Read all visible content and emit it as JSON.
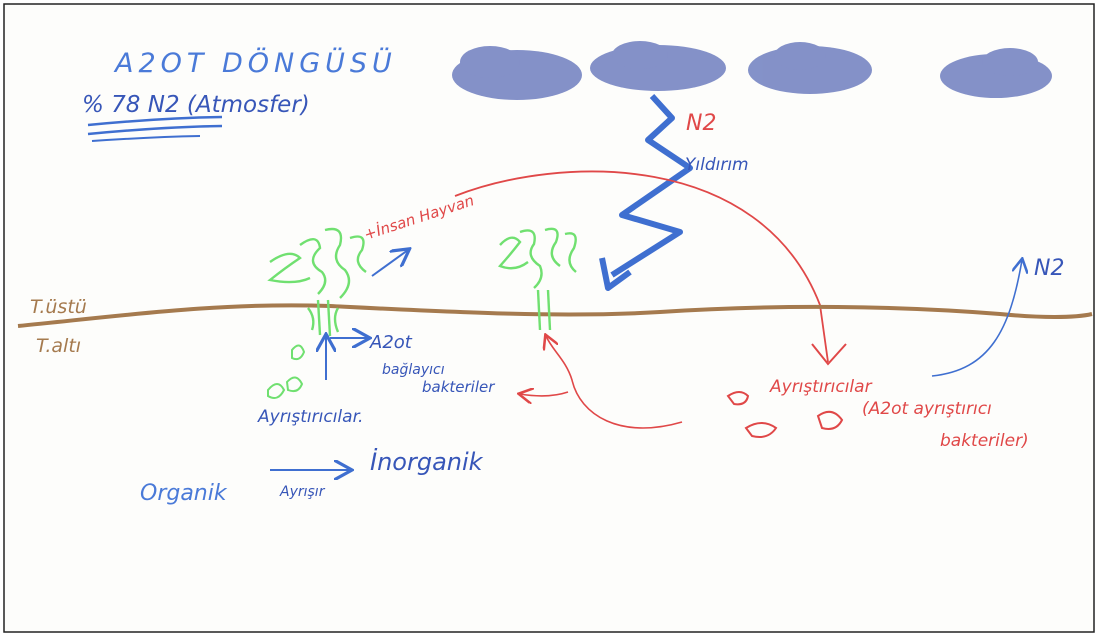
{
  "title": "A2OT DÖNGÜSÜ",
  "subtitle": "% 78 N2 (Atmosfer)",
  "colors": {
    "blue": "#3f6fd0",
    "red": "#e04848",
    "green": "#70e070",
    "brown": "#a57a4e",
    "cloud": "#6f7fc0"
  },
  "labels": {
    "lightning_gas": "N2",
    "lightning": "Yıldırım",
    "plus_human_animal": "+İnsan Hayvan",
    "nitrogen_fixing_1": "A2ot",
    "nitrogen_fixing_2": "bağlayıcı",
    "nitrogen_fixing_3": "bakteriler",
    "decomposers_left": "Ayrıştırıcılar.",
    "decomposers_right": "Ayrıştırıcılar",
    "denitrifying_1": "(A2ot ayrıştırıcı",
    "denitrifying_2": "bakteriler)",
    "released_gas": "N2",
    "above_soil": "T.üstü",
    "below_soil": "T.altı",
    "organic": "Organik",
    "arrow_label": "Ayrışır",
    "inorganic": "İnorganik"
  }
}
